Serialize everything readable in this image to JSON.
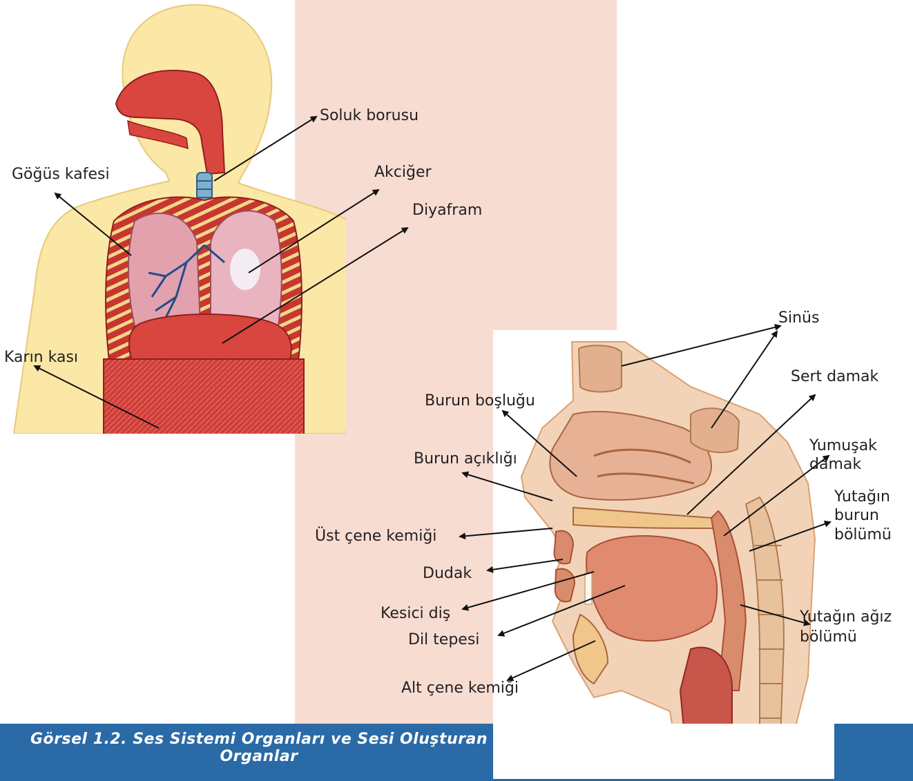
{
  "colors": {
    "panel": "#f7dcd2",
    "caption_bar": "#2a6aa6",
    "skin": "#fbe7a6",
    "muscle": "#d9463f",
    "lung": "#e3a0ad",
    "bronchi": "#1f4c8c",
    "arrow": "#111111"
  },
  "caption": "Görsel 1.2. Ses Sistemi Organları ve Sesi Oluşturan Organlar",
  "torso_labels": {
    "soluk_borusu": "Soluk borusu",
    "gogus_kafesi": "Göğüs kafesi",
    "akciger": "Akciğer",
    "diyafram": "Diyafram",
    "karin_kasi": "Karın kası"
  },
  "head_labels": {
    "sinus": "Sinüs",
    "sert_damak": "Sert damak",
    "burun_boslugu": "Burun boşluğu",
    "yumusak_damak_1": "Yumuşak",
    "yumusak_damak_2": "damak",
    "burun_acikligi": "Burun açıklığı",
    "yutagin_burun_1": "Yutağın",
    "yutagin_burun_2": "burun",
    "yutagin_burun_3": "bölümü",
    "ust_cene": "Üst çene kemiği",
    "dudak": "Dudak",
    "kesici_dis": "Kesici diş",
    "yutagin_agiz_1": "Yutağın ağız",
    "yutagin_agiz_2": "bölümü",
    "dil_tepesi": "Dil tepesi",
    "alt_cene": "Alt çene kemiği"
  }
}
